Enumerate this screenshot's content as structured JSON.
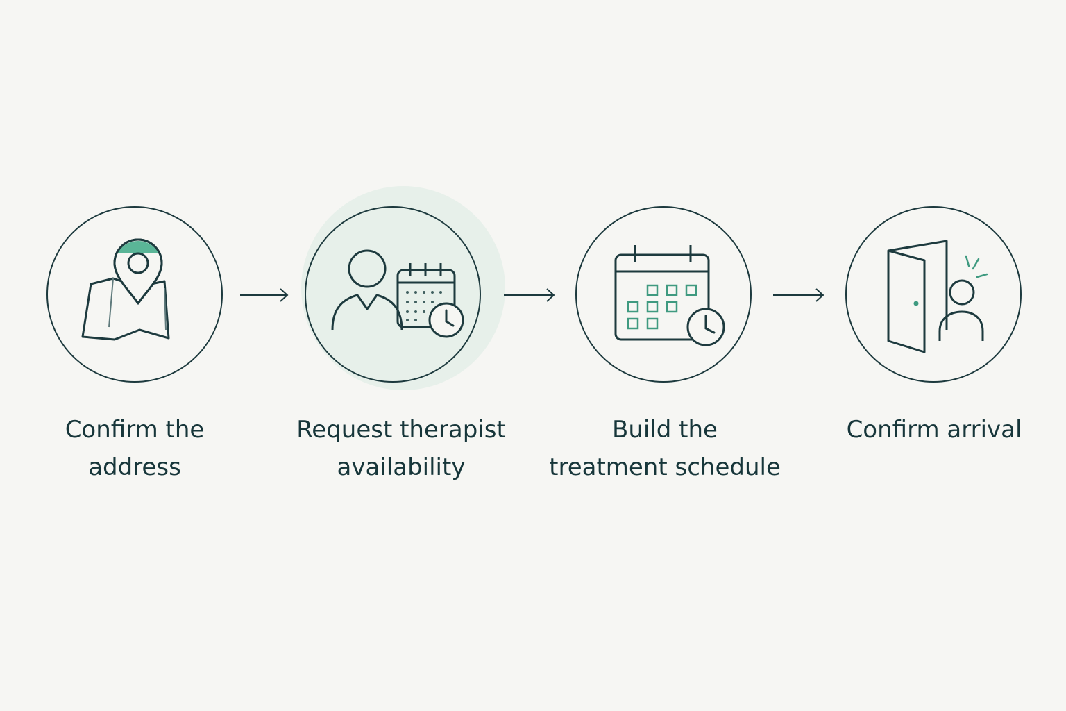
{
  "steps": [
    {
      "label": "Confirm the\naddress",
      "icon": "map-pin-icon"
    },
    {
      "label": "Request therapist\navailability",
      "icon": "therapist-calendar-icon"
    },
    {
      "label": "Build the\ntreatment schedule",
      "icon": "calendar-clock-icon"
    },
    {
      "label": "Confirm arrival",
      "icon": "door-arrival-icon"
    }
  ],
  "colors": {
    "background": "#f6f6f3",
    "stroke": "#1d3a3e",
    "accent": "#3f9a80",
    "accent_light": "#e1eee7",
    "text": "#17363a"
  }
}
